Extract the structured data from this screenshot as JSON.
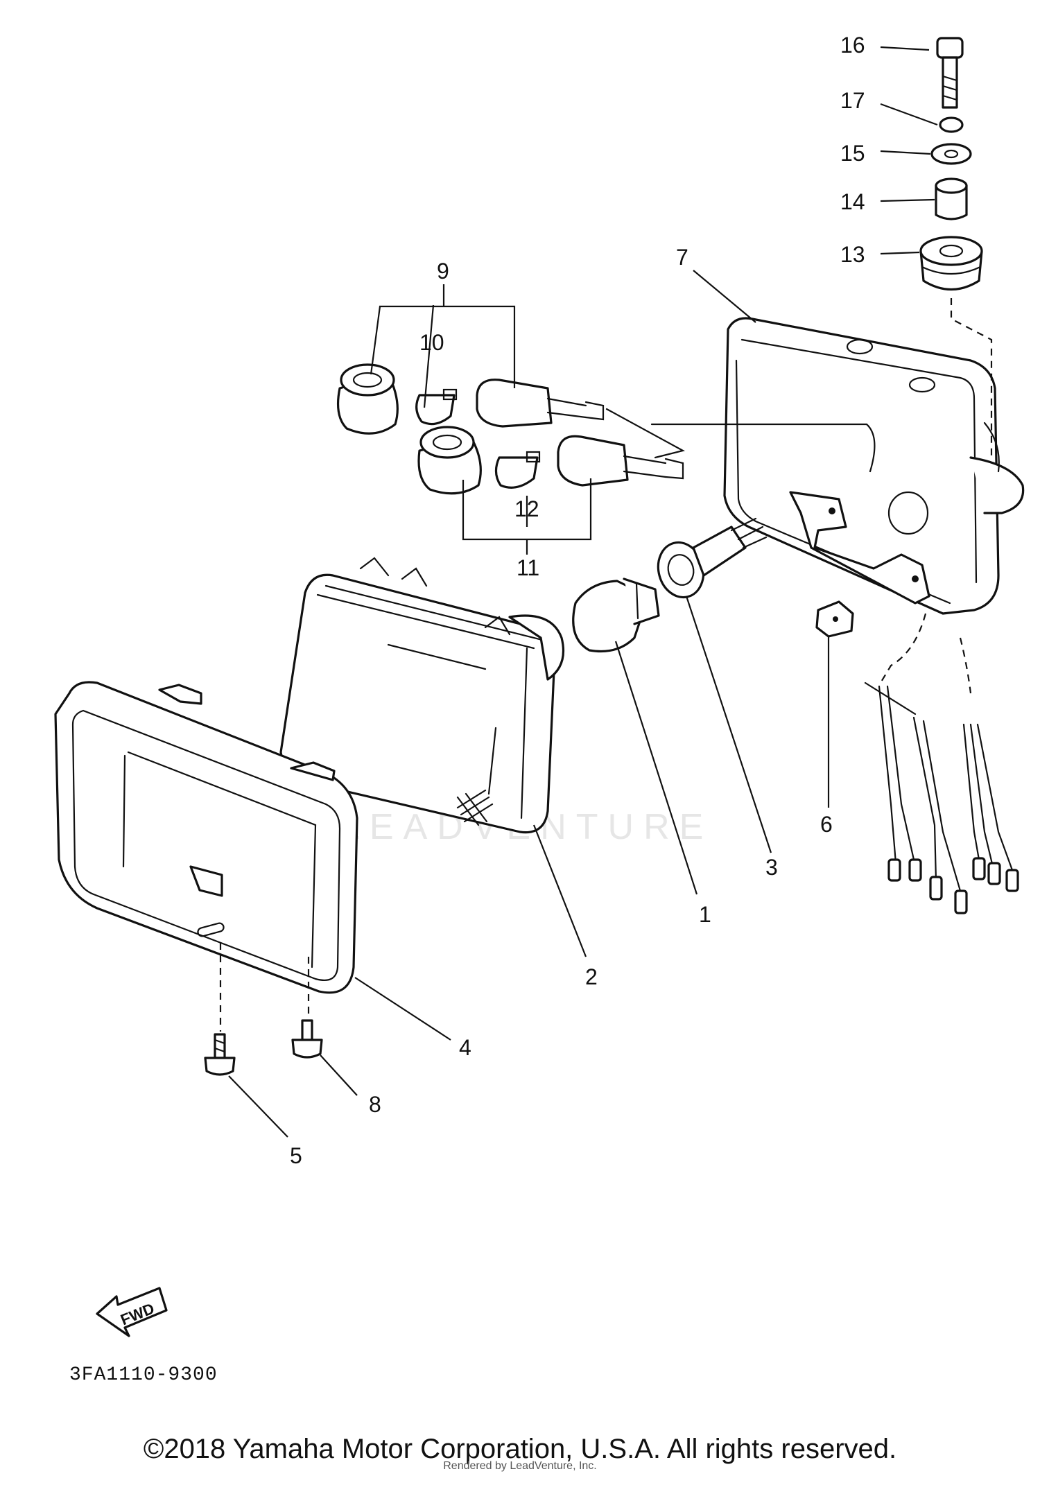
{
  "diagram": {
    "reference_code": "3FA1110-9300",
    "watermark": "LEADVENTURE",
    "fwd_label": "FWD",
    "callouts": [
      {
        "id": "1",
        "label": "1"
      },
      {
        "id": "2",
        "label": "2"
      },
      {
        "id": "3",
        "label": "3"
      },
      {
        "id": "4",
        "label": "4"
      },
      {
        "id": "5",
        "label": "5"
      },
      {
        "id": "6",
        "label": "6"
      },
      {
        "id": "7",
        "label": "7"
      },
      {
        "id": "8",
        "label": "8"
      },
      {
        "id": "9",
        "label": "9"
      },
      {
        "id": "10",
        "label": "10"
      },
      {
        "id": "11",
        "label": "11"
      },
      {
        "id": "12",
        "label": "12"
      },
      {
        "id": "13",
        "label": "13"
      },
      {
        "id": "14",
        "label": "14"
      },
      {
        "id": "15",
        "label": "15"
      },
      {
        "id": "16",
        "label": "16"
      },
      {
        "id": "17",
        "label": "17"
      }
    ]
  },
  "footer": {
    "copyright": "©2018 Yamaha Motor Corporation, U.S.A. All rights reserved.",
    "rendered_by": "Rendered by LeadVenture, Inc."
  }
}
